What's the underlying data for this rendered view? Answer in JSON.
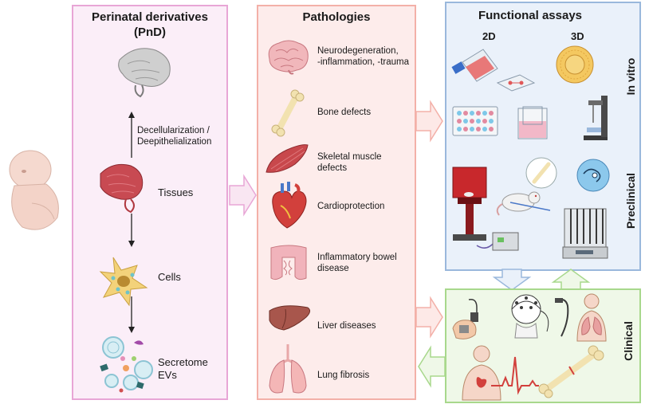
{
  "perinatal": {
    "title_line1": "Perinatal derivatives",
    "title_line2": "(PnD)",
    "decell_line1": "Decellularization /",
    "decell_line2": "Deepithelialization",
    "tissues": "Tissues",
    "cells": "Cells",
    "secretome_line1": "Secretome",
    "secretome_line2": "EVs"
  },
  "pathologies": {
    "title": "Pathologies",
    "items": [
      {
        "line1": "Neurodegeneration,",
        "line2": "-inflammation, -trauma",
        "icon": "brain-icon"
      },
      {
        "line1": "Bone defects",
        "line2": "",
        "icon": "bone-icon"
      },
      {
        "line1": "Skeletal muscle",
        "line2": "defects",
        "icon": "muscle-icon"
      },
      {
        "line1": "Cardioprotection",
        "line2": "",
        "icon": "heart-icon"
      },
      {
        "line1": "Inflammatory bowel",
        "line2": "disease",
        "icon": "intestine-icon"
      },
      {
        "line1": "Liver diseases",
        "line2": "",
        "icon": "liver-icon"
      },
      {
        "line1": "Lung fibrosis",
        "line2": "",
        "icon": "lungs-icon"
      }
    ]
  },
  "functional": {
    "title": "Functional assays",
    "label_2d": "2D",
    "label_3d": "3D",
    "in_vitro": "In vitro",
    "preclinical": "Preclinical"
  },
  "clinical": {
    "label": "Clinical"
  },
  "colors": {
    "pnd_border": "#e8a6d6",
    "pathologies_border": "#f3b0a8",
    "functional_border": "#9ab8dc",
    "clinical_border": "#a8d88c"
  }
}
